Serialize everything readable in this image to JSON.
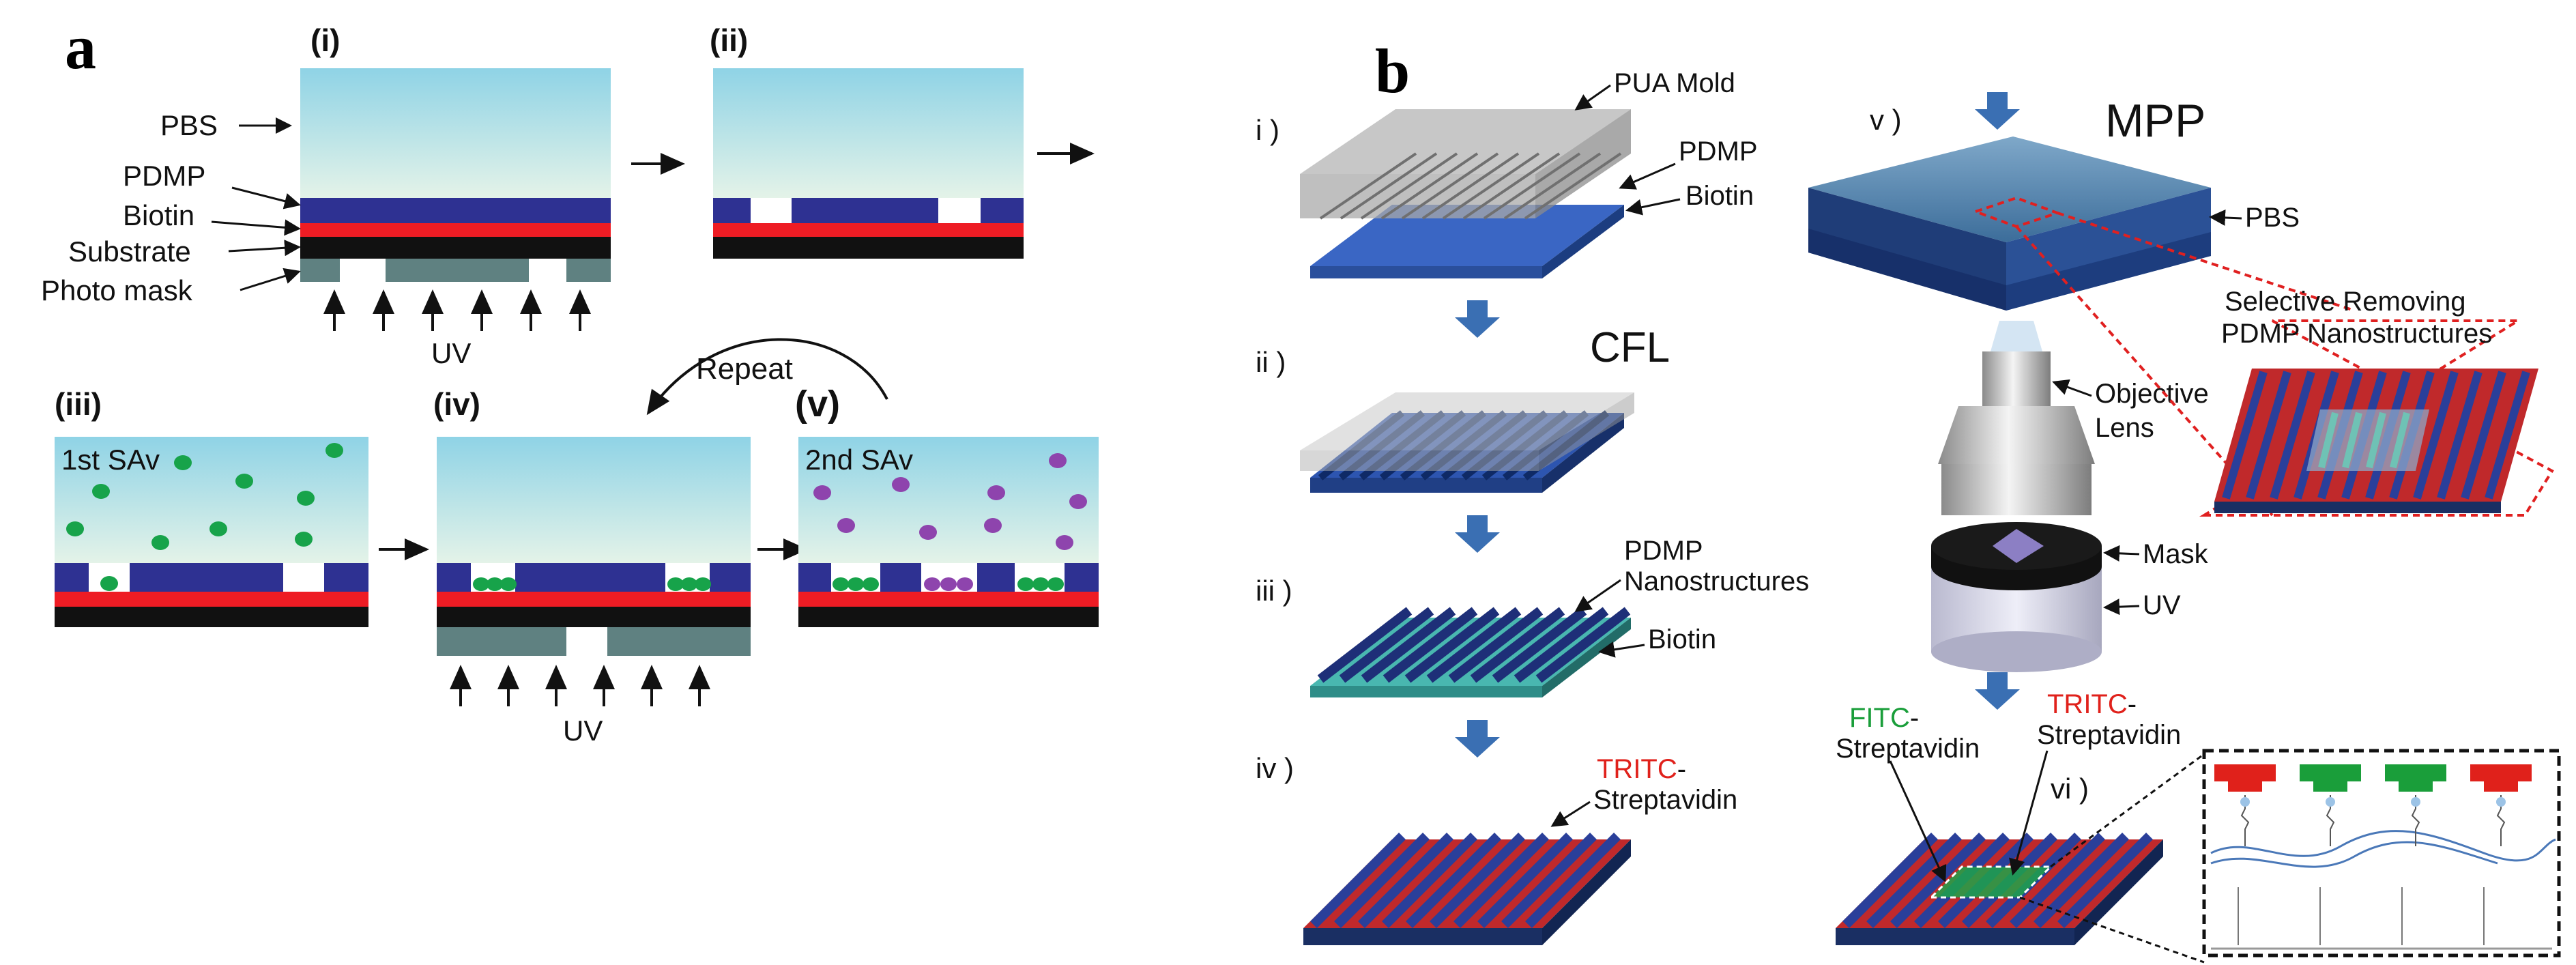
{
  "colors": {
    "pbs_top": "#8fd3e6",
    "pbs_bottom": "#dff1ea",
    "pdmp": "#2e3192",
    "biotin": "#ee1c24",
    "substrate": "#111111",
    "mask": "#5f8181",
    "sav1": "#17a34a",
    "sav2": "#8e44ad",
    "arrow_blue": "#3a6fb3",
    "tritc": "#e0211b",
    "fitc": "#1a9e3a",
    "dotted_red": "#e02020"
  },
  "panel_a": {
    "label": "a",
    "steps": {
      "i": "(i)",
      "ii": "(ii)",
      "iii": "(iii)",
      "iv": "(iv)",
      "v": "(v)"
    },
    "layer_labels": {
      "pbs": "PBS",
      "pdmp": "PDMP",
      "biotin": "Biotin",
      "substrate": "Substrate",
      "photomask": "Photo mask"
    },
    "uv": "UV",
    "repeat": "Repeat",
    "sav1": "1st SAv",
    "sav2": "2nd SAv"
  },
  "panel_b": {
    "label": "b",
    "steps": {
      "i": "i )",
      "ii": "ii )",
      "iii": "iii )",
      "iv": "iv )",
      "v": "v )",
      "vi": "vi )"
    },
    "cfl": "CFL",
    "mpp": "MPP",
    "pua_mold": "PUA Mold",
    "pdmp": "PDMP",
    "biotin": "Biotin",
    "pdmp_nano_1": "PDMP",
    "pdmp_nano_2": "Nanostructures",
    "biotin2": "Biotin",
    "tritc_prefix": "TRITC",
    "tritc_suffix": "-",
    "streptavidin": "Streptavidin",
    "pbs": "PBS",
    "selective_1": "Selective Removing",
    "selective_2": "PDMP Nanostructures",
    "objective_1": "Objective",
    "objective_2": "Lens",
    "mask": "Mask",
    "uv": "UV",
    "fitc_prefix": "FITC",
    "fitc_suffix": "-",
    "streptavidin_fitc": "Streptavidin",
    "tritc2_prefix": "TRITC",
    "tritc2_suffix": "-",
    "streptavidin_tritc": "Streptavidin"
  }
}
